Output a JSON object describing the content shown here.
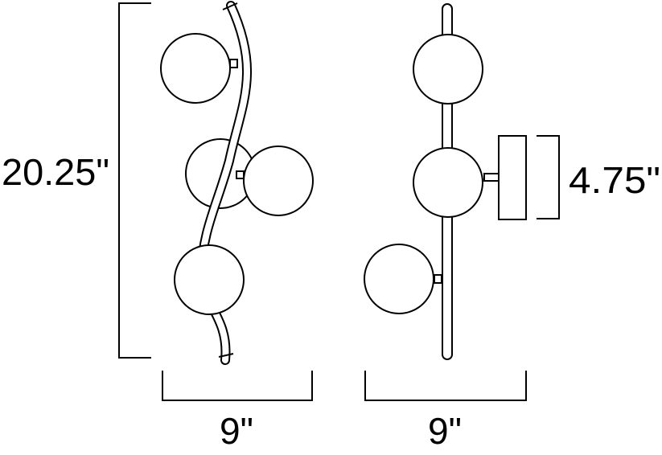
{
  "dimensions": {
    "height": "20.25\"",
    "width_front": "9\"",
    "width_side": "9\"",
    "depth": "4.75\""
  }
}
